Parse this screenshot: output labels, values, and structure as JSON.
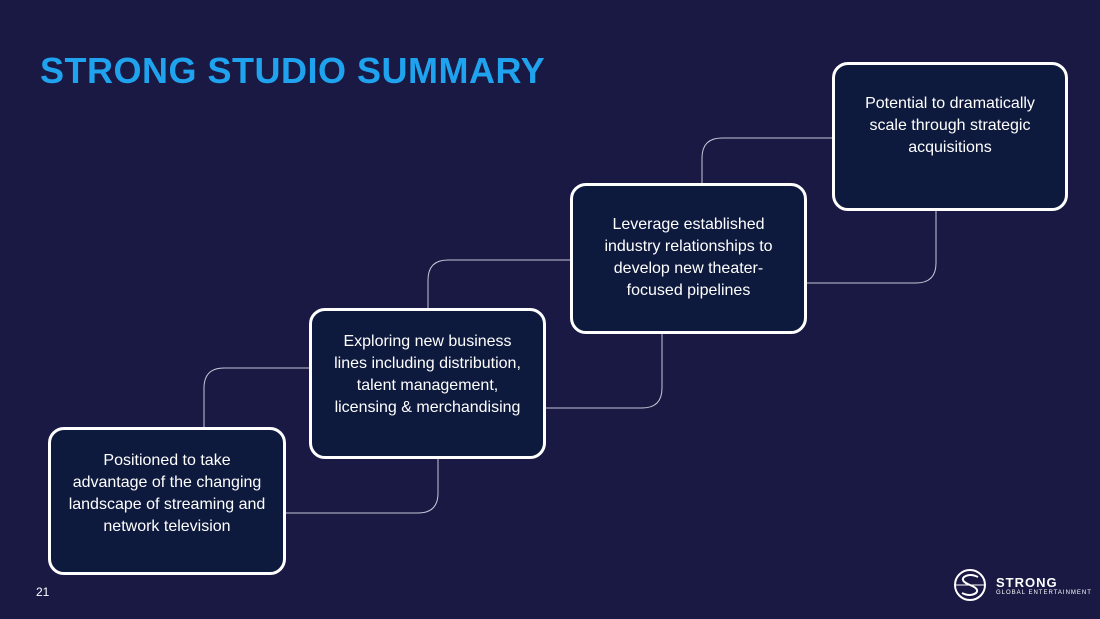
{
  "title": "STRONG STUDIO SUMMARY",
  "steps": [
    "Positioned to take advantage of the changing landscape of streaming and network television",
    "Exploring new business lines including distribution, talent management, licensing & merchandising",
    "Leverage established industry relationships to develop new theater-focused pipelines",
    "Potential to dramatically scale through strategic acquisitions"
  ],
  "page_number": "21",
  "logo": {
    "name": "STRONG",
    "tagline": "GLOBAL ENTERTAINMENT"
  }
}
